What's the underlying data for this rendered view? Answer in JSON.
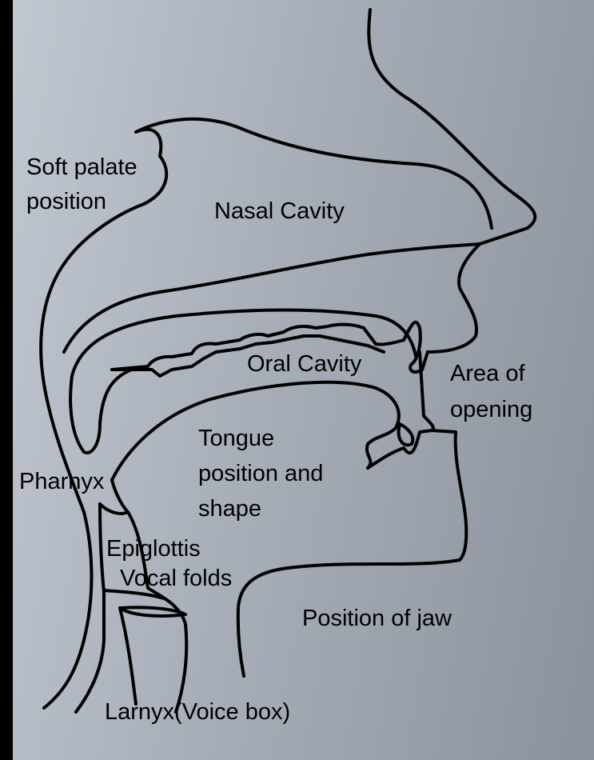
{
  "labels": {
    "soft_palate_line1": "Soft palate",
    "soft_palate_line2": "position",
    "nasal_cavity": "Nasal Cavity",
    "oral_cavity": "Oral Cavity",
    "area_line1": "Area of",
    "area_line2": "opening",
    "tongue_line1": "Tongue",
    "tongue_line2": "position and",
    "tongue_line3": "shape",
    "pharnyx": "Pharnyx",
    "epiglottis": "Epiglottis",
    "vocal_folds": "Vocal folds",
    "position_of_jaw": "Position of jaw",
    "larnyx": "Larnyx(Voice box)"
  },
  "colors": {
    "background_light": "#c2c8d1",
    "background_dark": "#8c929c",
    "ink": "#000000"
  }
}
